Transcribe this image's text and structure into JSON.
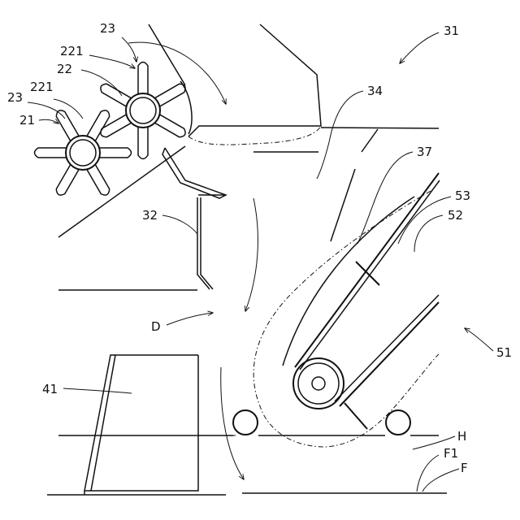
{
  "labels": {
    "l23a": "23",
    "l221a": "221",
    "l22": "22",
    "l221b": "221",
    "l23b": "23",
    "l21": "21",
    "l31": "31",
    "l34": "34",
    "l37": "37",
    "l53": "53",
    "l52": "52",
    "l32": "32",
    "l51": "51",
    "lD": "D",
    "l41": "41",
    "lH": "H",
    "lF1": "F1",
    "lF": "F"
  }
}
